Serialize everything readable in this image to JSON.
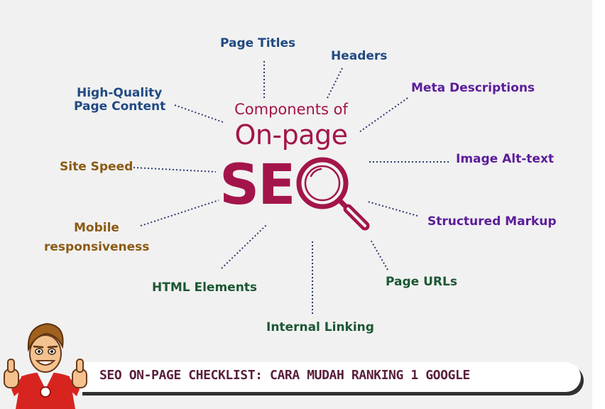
{
  "diagram": {
    "center": {
      "subtitle": "Components of",
      "title": "On-page",
      "acronym": "SE"
    },
    "components": {
      "page_titles": "Page Titles",
      "headers": "Headers",
      "meta_descriptions": "Meta Descriptions",
      "high_quality_1": "High-Quality",
      "high_quality_2": "Page Content",
      "image_alt_text": "Image Alt-text",
      "site_speed": "Site Speed",
      "structured_markup": "Structured Markup",
      "mobile_1": "Mobile",
      "mobile_2": "responsiveness",
      "html_elements": "HTML Elements",
      "page_urls": "Page URLs",
      "internal_linking": "Internal Linking"
    },
    "colors": {
      "accent": "#a3154a",
      "blue": "#204a83",
      "purple": "#5b1d9a",
      "brown": "#8b5a12",
      "green": "#1c5733"
    }
  },
  "banner": {
    "text": "SEO ON-PAGE CHECKLIST: CARA MUDAH RANKING 1 GOOGLE"
  }
}
